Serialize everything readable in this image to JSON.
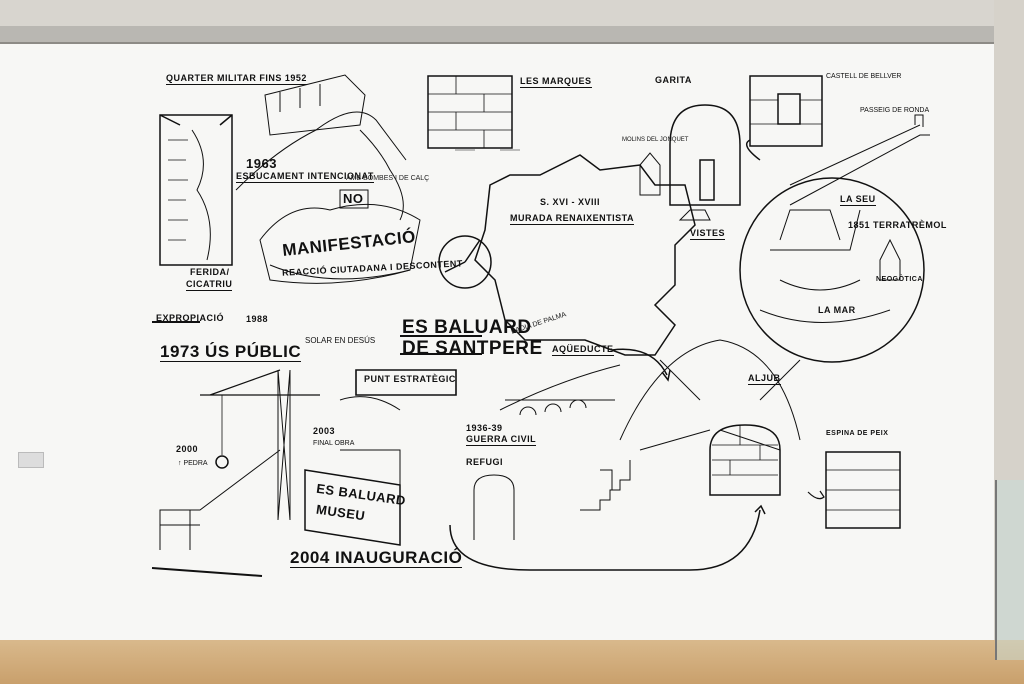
{
  "labels": {
    "quarter": "QUARTER MILITAR FINS 1952",
    "y1963": "1963",
    "esbucament": "ESBUCAMENT INTENCIONAT",
    "amb_bombes": "AMB BOMBES I DE CALÇ",
    "no": "NO",
    "manifestacio": "MANIFESTACIÓ",
    "reaccio": "REACCIÓ CIUTADANA I DESCONTENT",
    "ferida": "FERIDA/",
    "cicatriu": "CICATRIU",
    "expropiacio": "EXPROPIACIÓ",
    "y1988": "1988",
    "us_public": "1973 ÚS PÚBLIC",
    "solar": "SOLAR EN DESÚS",
    "les_marques": "LES MARQUES",
    "garita": "GARITA",
    "molins": "MOLINS DEL JONQUET",
    "castell": "CASTELL DE BELLVER",
    "passeig": "PASSEIG DE RONDA",
    "segles": "S. XVI - XVIII",
    "murada": "MURADA RENAIXENTISTA",
    "vistes": "VISTES",
    "la_seu": "LA SEU",
    "terratremol": "1851 TERRATRÈMOL",
    "neogotica": "NEOGÒTICA",
    "la_mar": "LA MAR",
    "badia": "BADIA DE PALMA",
    "baluard": "ES BALUARD",
    "santpere": "DE SANTPERE",
    "punt": "PUNT ESTRATÈGIC",
    "aqueducte": "AQÜEDUCTE",
    "aljub": "ALJUB",
    "espina": "ESPINA DE PEIX",
    "y2000": "2000",
    "pedra": "↑ PEDRA",
    "y2003": "2003",
    "final_obra": "FINAL OBRA",
    "museu1": "ES BALUARD",
    "museu2": "MUSEU",
    "y1936": "1936-39",
    "guerra": "GUERRA CIVIL",
    "refugi": "REFUGI",
    "inauguracio": "2004 INAUGURACIÓ"
  }
}
